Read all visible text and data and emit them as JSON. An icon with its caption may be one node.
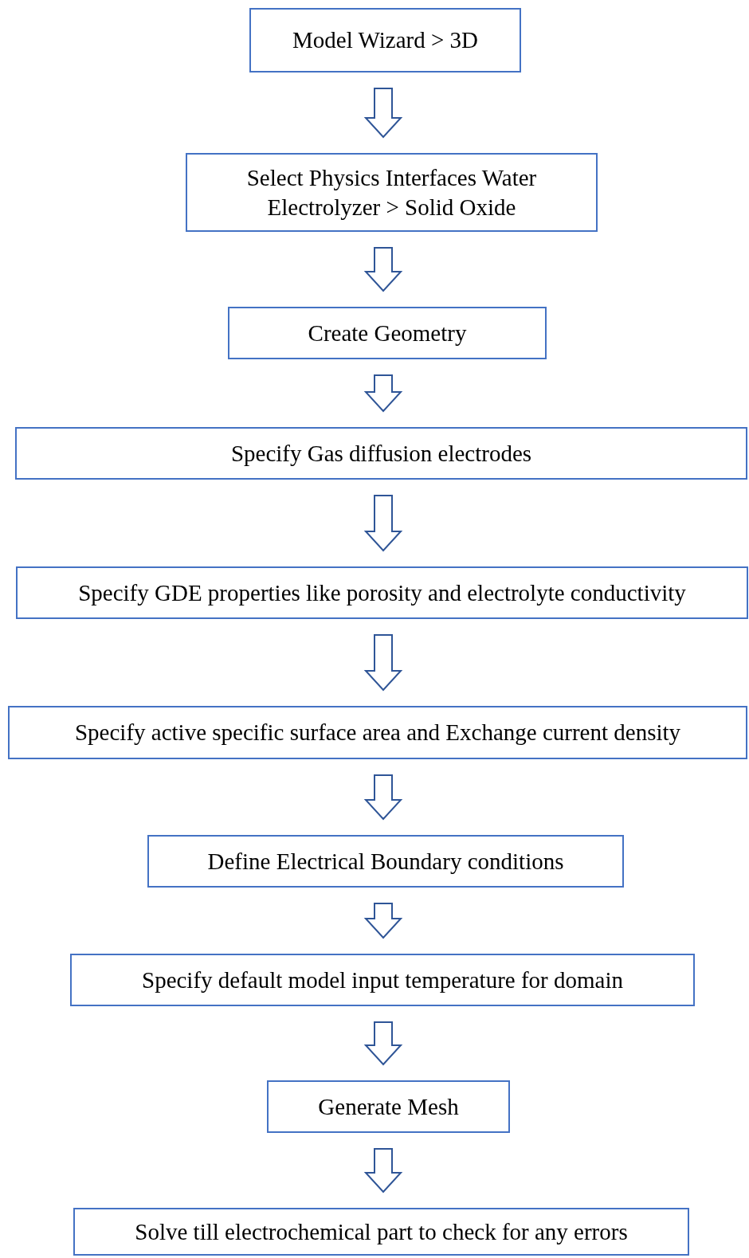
{
  "diagram": {
    "nodes": [
      {
        "text": [
          "Model Wizard > 3D"
        ]
      },
      {
        "text": [
          "Select Physics Interfaces Water Electrolyzer > Solid Oxide"
        ]
      },
      {
        "text": [
          "Create Geometry"
        ]
      },
      {
        "text": [
          "Specify Gas diffusion electrodes"
        ]
      },
      {
        "text": [
          "Specify GDE properties like porosity and electrolyte conductivity"
        ]
      },
      {
        "text": [
          "Specify active specific surface area and Exchange current density"
        ]
      },
      {
        "text": [
          "Define Electrical Boundary conditions"
        ]
      },
      {
        "text": [
          "Specify default model input temperature for domain"
        ]
      },
      {
        "text": [
          "Generate Mesh"
        ]
      },
      {
        "text": [
          "Solve till electrochemical part to check for any errors"
        ]
      }
    ],
    "edges": [
      {
        "from": 0,
        "to": 1,
        "arrow": "to"
      },
      {
        "from": 1,
        "to": 2,
        "arrow": "to"
      },
      {
        "from": 2,
        "to": 3,
        "arrow": "to"
      },
      {
        "from": 3,
        "to": 4,
        "arrow": "to"
      },
      {
        "from": 4,
        "to": 5,
        "arrow": "to"
      },
      {
        "from": 5,
        "to": 6,
        "arrow": "to"
      },
      {
        "from": 6,
        "to": 7,
        "arrow": "to"
      },
      {
        "from": 7,
        "to": 8,
        "arrow": "to"
      },
      {
        "from": 8,
        "to": 9,
        "arrow": "to"
      }
    ]
  }
}
